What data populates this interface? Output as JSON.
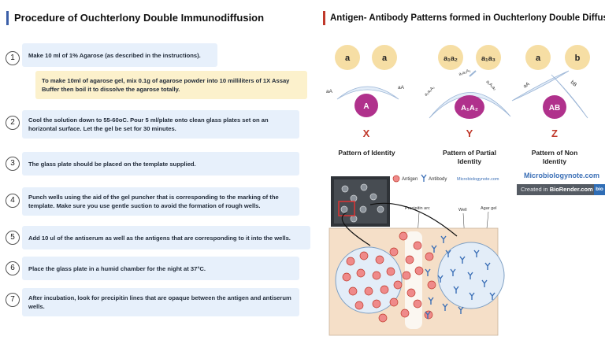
{
  "left": {
    "title": "Procedure of Ouchterlony Double Immunodiffusion",
    "note": "To make 10ml of agarose gel, mix 0.1g of agarose powder into 10 milliliters of 1X Assay Buffer then boil it to dissolve the agarose totally.",
    "steps": [
      {
        "num": "1",
        "text": "Make 10 ml of 1% Agarose (as described in the instructions)."
      },
      {
        "num": "2",
        "text": "Cool the solution down to 55-60oC. Pour 5 ml/plate onto clean glass plates set on an horizontal surface. Let the gel be set for 30 minutes."
      },
      {
        "num": "3",
        "text": "The glass plate should be placed on the template supplied."
      },
      {
        "num": "4",
        "text": "Punch wells using the aid of the gel puncher that is corresponding to the marking of the template. Make sure you use gentle suction to avoid the formation of rough wells."
      },
      {
        "num": "5",
        "text": "Add 10 ul of the antiserum as well as the antigens that are corresponding to it into the wells."
      },
      {
        "num": "6",
        "text": "Place the glass plate in a humid chamber for the night at 37°C."
      },
      {
        "num": "7",
        "text": "After incubation, look for precipitin lines that are opaque between the antigen and antiserum wells."
      }
    ]
  },
  "right": {
    "title": "Antigen- Antibody Patterns formed in Ouchterlony Double Diffusion",
    "patterns": [
      {
        "wells": [
          "a",
          "a"
        ],
        "antiserum": "A",
        "line_labels": [
          "aA",
          "aA"
        ],
        "letter": "X",
        "label": "Pattern of Identity"
      },
      {
        "wells": [
          "a₁a₂",
          "a₁a₃"
        ],
        "antiserum": "A₁A₂",
        "line_labels": [
          "a₁a₂A₁",
          "a₁a₂A₁",
          "a₁A₁a₂"
        ],
        "letter": "Y",
        "label": "Pattern of Partial Identity"
      },
      {
        "wells": [
          "a",
          "b"
        ],
        "antiserum": "AB",
        "line_labels": [
          "aA",
          "bB"
        ],
        "letter": "Z",
        "label": "Pattern of Non Identity"
      }
    ],
    "watermark_small": "Microbiologynote.com",
    "watermark_large": "Microbiologynote.com",
    "biorender_prefix": "Created in ",
    "biorender_brand": "BioRender.com",
    "biorender_logo": "bio",
    "legend": {
      "antigen": "Antigen",
      "antibody": "Antibody"
    },
    "diagram_labels": {
      "precipitin_arc": "Precipitin arc",
      "well": "Well",
      "agar_gel": "Agar gel"
    }
  },
  "colors": {
    "well_fill": "#f6dea4",
    "antiserum_fill": "#b0318c",
    "letter_red": "#c0392b",
    "arc_fill": "#e3edf8",
    "gel_fill": "#f5dfc8",
    "left_box": "#e7f0fb",
    "note_box": "#fcf1cc"
  }
}
